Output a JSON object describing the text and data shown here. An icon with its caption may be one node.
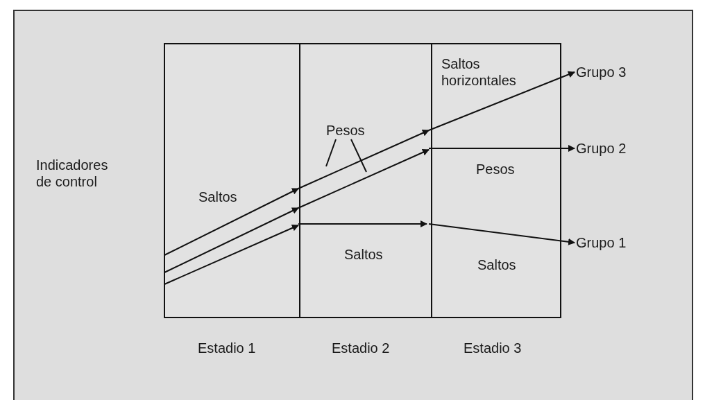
{
  "diagram": {
    "nodes": [
      {
        "text": [
          "Grupo 3"
        ]
      },
      {
        "text": [
          "Grupo 2"
        ]
      },
      {
        "text": [
          "Grupo 1"
        ]
      },
      {
        "text": [
          "Pesos"
        ]
      }
    ],
    "edges": [
      {
        "from": null,
        "to": 0,
        "arrow": "to"
      },
      {
        "from": null,
        "to": 1,
        "arrow": "to"
      },
      {
        "from": null,
        "to": 2,
        "arrow": "to"
      },
      {
        "from": 3,
        "to": null,
        "arrow": "none"
      },
      {
        "from": 3,
        "to": null,
        "arrow": "none"
      }
    ],
    "labels": [
      "Saltos horizontales",
      "Indicadores de control",
      "Saltos",
      "Pesos",
      "Saltos",
      "Saltos",
      "Estadio 1",
      "Estadio 2",
      "Estadio 3"
    ]
  }
}
